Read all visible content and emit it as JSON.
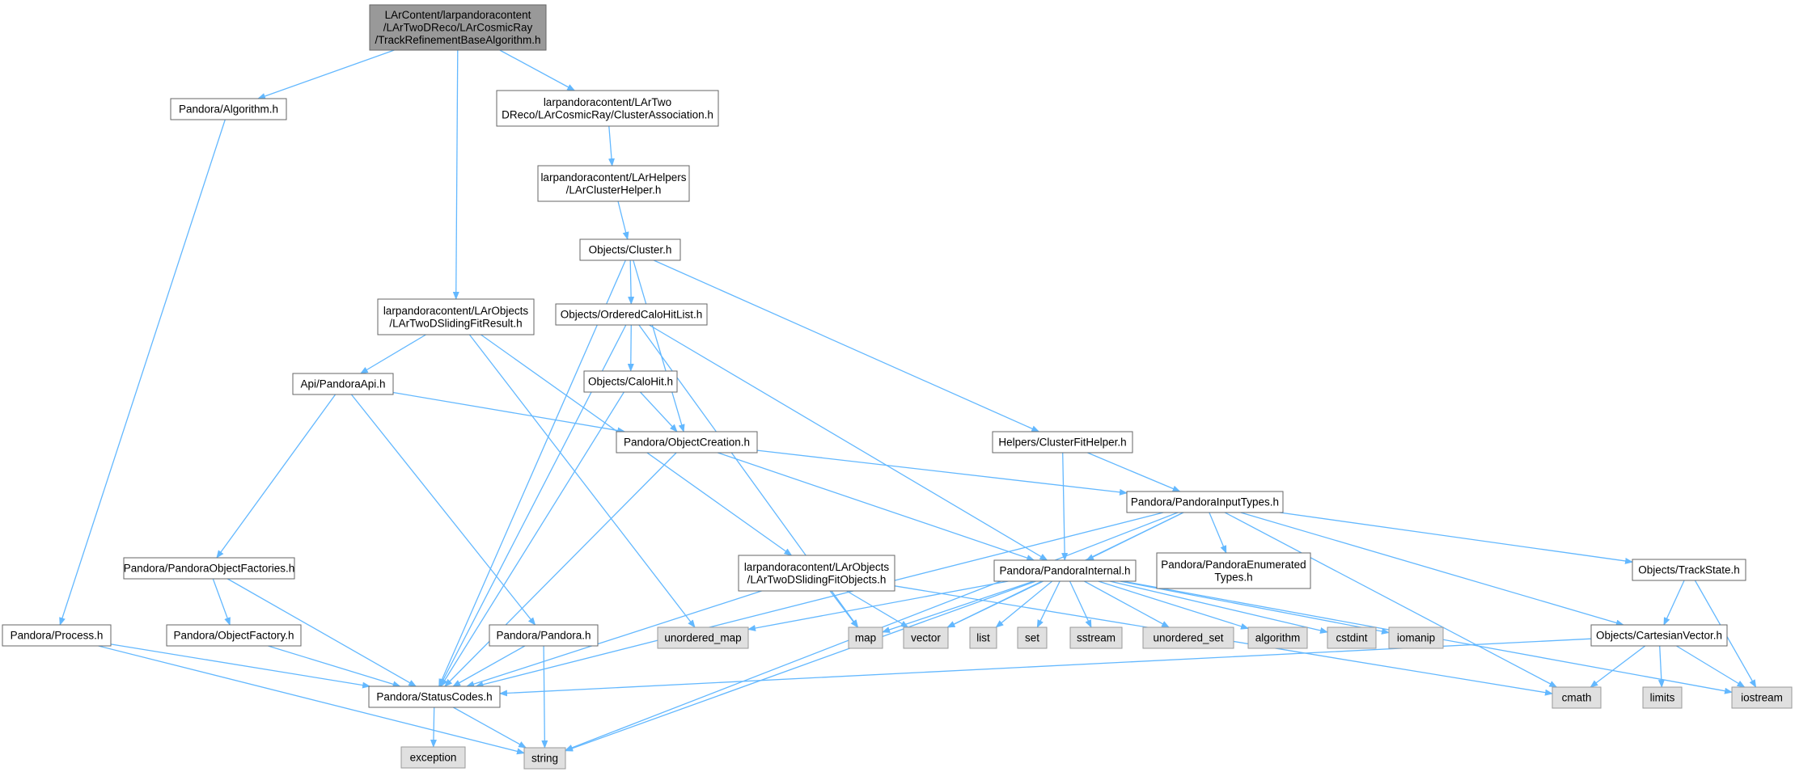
{
  "colors": {
    "edge": "#63b8ff",
    "root_fill": "#999999",
    "node_fill": "#ffffff",
    "node_border": "#666666",
    "system_fill": "#e0e0e0",
    "system_border": "#999999",
    "text": "#000000"
  },
  "nodes": [
    {
      "id": "root",
      "kind": "root",
      "label": [
        "LArContent/larpandoracontent",
        "/LArTwoDReco/LArCosmicRay",
        "/TrackRefinementBaseAlgorithm.h"
      ]
    },
    {
      "id": "algorithm",
      "kind": "file",
      "label": [
        "Pandora/Algorithm.h"
      ]
    },
    {
      "id": "clusterassoc",
      "kind": "file",
      "label": [
        "larpandoracontent/LArTwo",
        "DReco/LArCosmicRay/ClusterAssociation.h"
      ]
    },
    {
      "id": "larclusterhelper",
      "kind": "file",
      "label": [
        "larpandoracontent/LArHelpers",
        "/LArClusterHelper.h"
      ]
    },
    {
      "id": "cluster",
      "kind": "file",
      "label": [
        "Objects/Cluster.h"
      ]
    },
    {
      "id": "slidingfitresult",
      "kind": "file",
      "label": [
        "larpandoracontent/LArObjects",
        "/LArTwoDSlidingFitResult.h"
      ]
    },
    {
      "id": "orderedcalohitlist",
      "kind": "file",
      "label": [
        "Objects/OrderedCaloHitList.h"
      ]
    },
    {
      "id": "pandoraapi",
      "kind": "file",
      "label": [
        "Api/PandoraApi.h"
      ]
    },
    {
      "id": "calohit",
      "kind": "file",
      "label": [
        "Objects/CaloHit.h"
      ]
    },
    {
      "id": "objectcreation",
      "kind": "file",
      "label": [
        "Pandora/ObjectCreation.h"
      ]
    },
    {
      "id": "clusterfithelper",
      "kind": "file",
      "label": [
        "Helpers/ClusterFitHelper.h"
      ]
    },
    {
      "id": "inputtypes",
      "kind": "file",
      "label": [
        "Pandora/PandoraInputTypes.h"
      ]
    },
    {
      "id": "objectfactories",
      "kind": "file",
      "label": [
        "Pandora/PandoraObjectFactories.h"
      ]
    },
    {
      "id": "slidingfitobjects",
      "kind": "file",
      "label": [
        "larpandoracontent/LArObjects",
        "/LArTwoDSlidingFitObjects.h"
      ]
    },
    {
      "id": "pandorainternal",
      "kind": "file",
      "label": [
        "Pandora/PandoraInternal.h"
      ]
    },
    {
      "id": "enumeratedtypes",
      "kind": "file",
      "label": [
        "Pandora/PandoraEnumerated",
        "Types.h"
      ]
    },
    {
      "id": "trackstate",
      "kind": "file",
      "label": [
        "Objects/TrackState.h"
      ]
    },
    {
      "id": "process",
      "kind": "file",
      "label": [
        "Pandora/Process.h"
      ]
    },
    {
      "id": "objectfactory",
      "kind": "file",
      "label": [
        "Pandora/ObjectFactory.h"
      ]
    },
    {
      "id": "pandora",
      "kind": "file",
      "label": [
        "Pandora/Pandora.h"
      ]
    },
    {
      "id": "cartesianvector",
      "kind": "file",
      "label": [
        "Objects/CartesianVector.h"
      ]
    },
    {
      "id": "statuscodes",
      "kind": "file",
      "label": [
        "Pandora/StatusCodes.h"
      ]
    },
    {
      "id": "unordered_map",
      "kind": "system",
      "label": [
        "unordered_map"
      ]
    },
    {
      "id": "map",
      "kind": "system",
      "label": [
        "map"
      ]
    },
    {
      "id": "vector",
      "kind": "system",
      "label": [
        "vector"
      ]
    },
    {
      "id": "list",
      "kind": "system",
      "label": [
        "list"
      ]
    },
    {
      "id": "set",
      "kind": "system",
      "label": [
        "set"
      ]
    },
    {
      "id": "sstream",
      "kind": "system",
      "label": [
        "sstream"
      ]
    },
    {
      "id": "unordered_set",
      "kind": "system",
      "label": [
        "unordered_set"
      ]
    },
    {
      "id": "algorithm_std",
      "kind": "system",
      "label": [
        "algorithm"
      ]
    },
    {
      "id": "cstdint",
      "kind": "system",
      "label": [
        "cstdint"
      ]
    },
    {
      "id": "iomanip",
      "kind": "system",
      "label": [
        "iomanip"
      ]
    },
    {
      "id": "cmath",
      "kind": "system",
      "label": [
        "cmath"
      ]
    },
    {
      "id": "limits",
      "kind": "system",
      "label": [
        "limits"
      ]
    },
    {
      "id": "iostream",
      "kind": "system",
      "label": [
        "iostream"
      ]
    },
    {
      "id": "exception",
      "kind": "system",
      "label": [
        "exception"
      ]
    },
    {
      "id": "string",
      "kind": "system",
      "label": [
        "string"
      ]
    }
  ],
  "edges": [
    [
      "root",
      "algorithm"
    ],
    [
      "root",
      "slidingfitresult"
    ],
    [
      "root",
      "clusterassoc"
    ],
    [
      "algorithm",
      "process"
    ],
    [
      "clusterassoc",
      "larclusterhelper"
    ],
    [
      "larclusterhelper",
      "cluster"
    ],
    [
      "cluster",
      "orderedcalohitlist"
    ],
    [
      "cluster",
      "objectcreation"
    ],
    [
      "cluster",
      "clusterfithelper"
    ],
    [
      "cluster",
      "statuscodes"
    ],
    [
      "slidingfitresult",
      "pandoraapi"
    ],
    [
      "slidingfitresult",
      "slidingfitobjects"
    ],
    [
      "slidingfitresult",
      "unordered_map"
    ],
    [
      "orderedcalohitlist",
      "calohit"
    ],
    [
      "orderedcalohitlist",
      "pandorainternal"
    ],
    [
      "orderedcalohitlist",
      "statuscodes"
    ],
    [
      "orderedcalohitlist",
      "map"
    ],
    [
      "pandoraapi",
      "objectcreation"
    ],
    [
      "pandoraapi",
      "objectfactories"
    ],
    [
      "pandoraapi",
      "pandora"
    ],
    [
      "calohit",
      "objectcreation"
    ],
    [
      "calohit",
      "statuscodes"
    ],
    [
      "objectcreation",
      "inputtypes"
    ],
    [
      "objectcreation",
      "pandorainternal"
    ],
    [
      "objectcreation",
      "statuscodes"
    ],
    [
      "clusterfithelper",
      "inputtypes"
    ],
    [
      "clusterfithelper",
      "pandorainternal"
    ],
    [
      "inputtypes",
      "pandorainternal"
    ],
    [
      "inputtypes",
      "enumeratedtypes"
    ],
    [
      "inputtypes",
      "trackstate"
    ],
    [
      "inputtypes",
      "cartesianvector"
    ],
    [
      "inputtypes",
      "statuscodes"
    ],
    [
      "inputtypes",
      "vector"
    ],
    [
      "inputtypes",
      "cmath"
    ],
    [
      "inputtypes",
      "string"
    ],
    [
      "objectfactories",
      "objectfactory"
    ],
    [
      "objectfactories",
      "statuscodes"
    ],
    [
      "slidingfitobjects",
      "map"
    ],
    [
      "slidingfitobjects",
      "vector"
    ],
    [
      "slidingfitobjects",
      "statuscodes"
    ],
    [
      "slidingfitobjects",
      "cmath"
    ],
    [
      "pandorainternal",
      "unordered_map"
    ],
    [
      "pandorainternal",
      "map"
    ],
    [
      "pandorainternal",
      "vector"
    ],
    [
      "pandorainternal",
      "list"
    ],
    [
      "pandorainternal",
      "set"
    ],
    [
      "pandorainternal",
      "sstream"
    ],
    [
      "pandorainternal",
      "unordered_set"
    ],
    [
      "pandorainternal",
      "algorithm_std"
    ],
    [
      "pandorainternal",
      "cstdint"
    ],
    [
      "pandorainternal",
      "iomanip"
    ],
    [
      "pandorainternal",
      "iostream"
    ],
    [
      "pandorainternal",
      "string"
    ],
    [
      "trackstate",
      "cartesianvector"
    ],
    [
      "trackstate",
      "iostream"
    ],
    [
      "process",
      "statuscodes"
    ],
    [
      "process",
      "string"
    ],
    [
      "objectfactory",
      "statuscodes"
    ],
    [
      "pandora",
      "statuscodes"
    ],
    [
      "pandora",
      "string"
    ],
    [
      "cartesianvector",
      "statuscodes"
    ],
    [
      "cartesianvector",
      "cmath"
    ],
    [
      "cartesianvector",
      "limits"
    ],
    [
      "cartesianvector",
      "iostream"
    ],
    [
      "statuscodes",
      "exception"
    ],
    [
      "statuscodes",
      "string"
    ]
  ]
}
